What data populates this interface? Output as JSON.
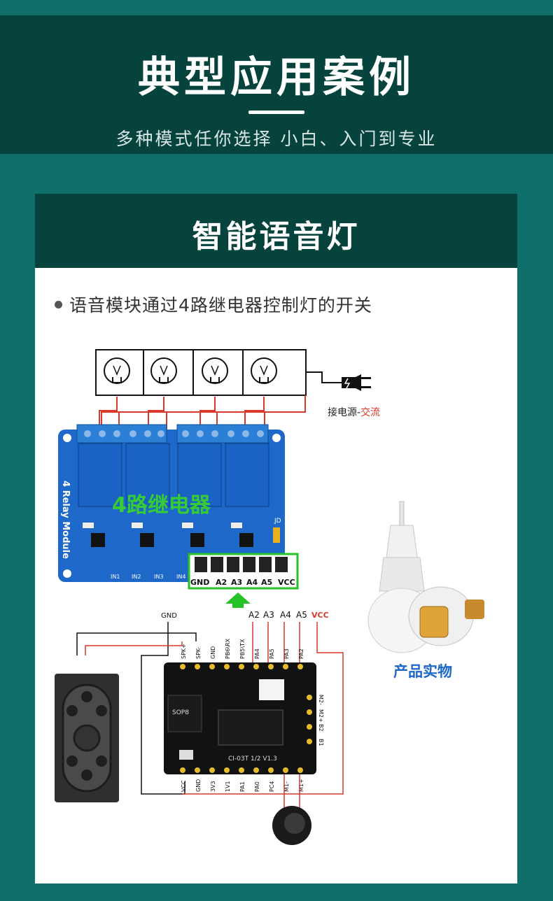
{
  "header": {
    "title": "典型应用案例",
    "subtitle": "多种模式任你选择  小白、入门到专业"
  },
  "card": {
    "title": "智能语音灯",
    "bullet": "语音模块通过4路继电器控制灯的开关"
  },
  "diagram": {
    "power_label_prefix": "接电源-",
    "power_label_suffix": "交流",
    "relay_big_label": "4路继电器",
    "relay_side_label": "4 Relay Module",
    "relay_jd": "JD",
    "relay_header_pins": [
      "GND",
      "A2",
      "A3",
      "A4",
      "A5",
      "VCC"
    ],
    "relay_in_labels": [
      "IN1",
      "IN2",
      "IN3",
      "IN4"
    ],
    "wire_labels": {
      "gnd": "GND",
      "a2": "A2",
      "a3": "A3",
      "a4": "A4",
      "a5": "A5",
      "vcc": "VCC"
    },
    "module_top_pins": [
      "SPK+",
      "SPK-",
      "GND",
      "PB6\\RX",
      "PB5\\TX",
      "PA4",
      "PA5",
      "PA3",
      "PA2"
    ],
    "module_bottom_pins": [
      "VCC",
      "GND",
      "3V3",
      "1V1",
      "PA1",
      "PA0",
      "PC4",
      "M1-",
      "M1+"
    ],
    "module_right_pins": [
      "M2-",
      "M2+",
      "B2",
      "B1"
    ],
    "module_chip_label": "SOP8",
    "module_version": "CI-03T 1/2 V1.3",
    "product_label": "产品实物"
  },
  "colors": {
    "teal_bg": "#0e6f6b",
    "dark_header": "#07433d",
    "wire_red": "#d9382b",
    "relay_blue": "#1d68c8",
    "highlight_green": "#27c227"
  }
}
